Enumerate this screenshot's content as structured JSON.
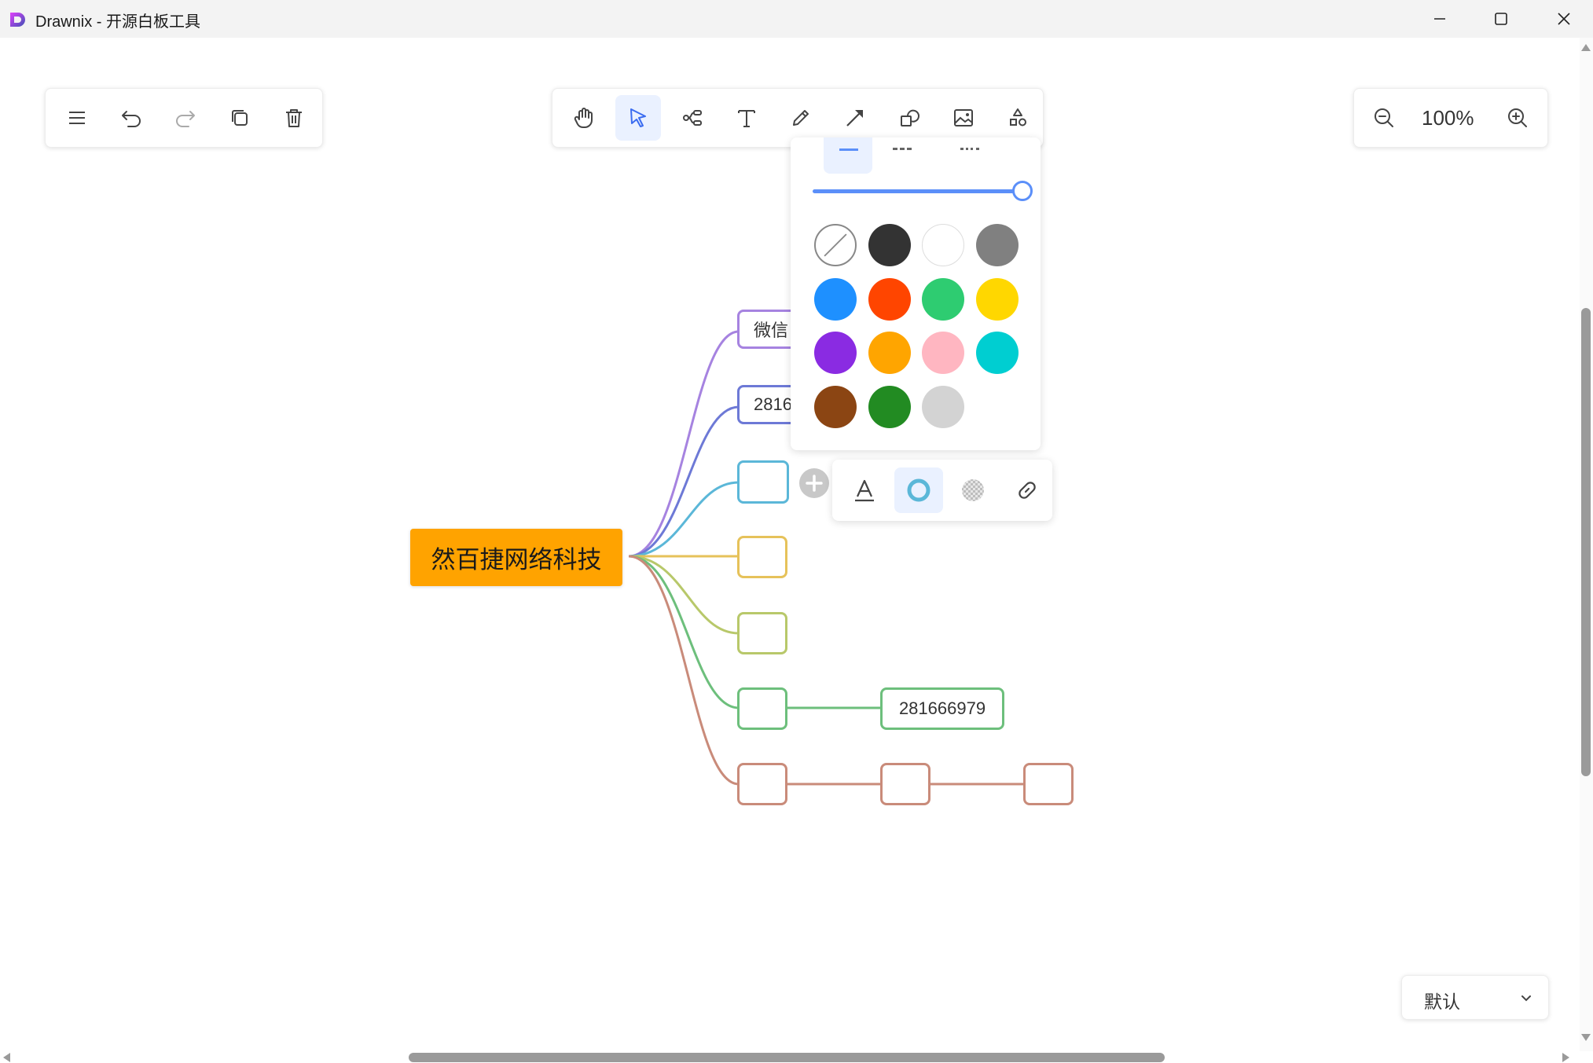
{
  "window": {
    "title": "Drawnix - 开源白板工具",
    "minimize_icon": "minimize-icon",
    "maximize_icon": "maximize-icon",
    "close_icon": "close-icon"
  },
  "left_toolbar": {
    "items": [
      "menu-icon",
      "undo-icon",
      "redo-icon",
      "duplicate-icon",
      "delete-icon"
    ]
  },
  "main_toolbar": {
    "items": [
      "hand-icon",
      "pointer-icon",
      "mindmap-icon",
      "text-icon",
      "pencil-icon",
      "arrow-icon",
      "shape-icon",
      "image-icon",
      "more-shapes-icon"
    ],
    "active": "pointer-icon"
  },
  "zoom": {
    "value": "100%",
    "zoom_out_icon": "zoom-out-icon",
    "zoom_in_icon": "zoom-in-icon"
  },
  "mindmap": {
    "root": {
      "label": "然百捷网络科技",
      "color": "#ffa300"
    },
    "branches": [
      {
        "label": "微信",
        "color": "#a683e0"
      },
      {
        "label": "2816",
        "color": "#6d79d6"
      },
      {
        "label": "",
        "color": "#5bb7d8",
        "selected": true
      },
      {
        "label": "",
        "color": "#e6c25a"
      },
      {
        "label": "",
        "color": "#b8c86a"
      },
      {
        "label": "",
        "color": "#6dbf7c",
        "children": [
          {
            "label": "281666979"
          }
        ]
      },
      {
        "label": "",
        "color": "#c98b7a",
        "children": [
          {
            "label": ""
          },
          {
            "label": ""
          }
        ]
      }
    ]
  },
  "color_picker": {
    "stroke_styles": [
      "solid",
      "dashed",
      "dotted"
    ],
    "selected_stroke_style": "solid",
    "stroke_width_fraction": 1.0,
    "colors": [
      "none",
      "#333333",
      "#ffffff",
      "#808080",
      "#1e90ff",
      "#ff4500",
      "#2ecc71",
      "#ffd700",
      "#8a2be2",
      "#ffa500",
      "#ffb6c1",
      "#00ced1",
      "#8b4513",
      "#228b22",
      "#d3d3d3"
    ]
  },
  "node_toolbar": {
    "items": [
      "font-color-icon",
      "stroke-color-icon",
      "fill-color-icon",
      "link-icon"
    ],
    "active": "stroke-color-icon",
    "stroke_color": "#5bb7d8"
  },
  "theme_select": {
    "value": "默认",
    "icon": "chevron-down-icon"
  }
}
